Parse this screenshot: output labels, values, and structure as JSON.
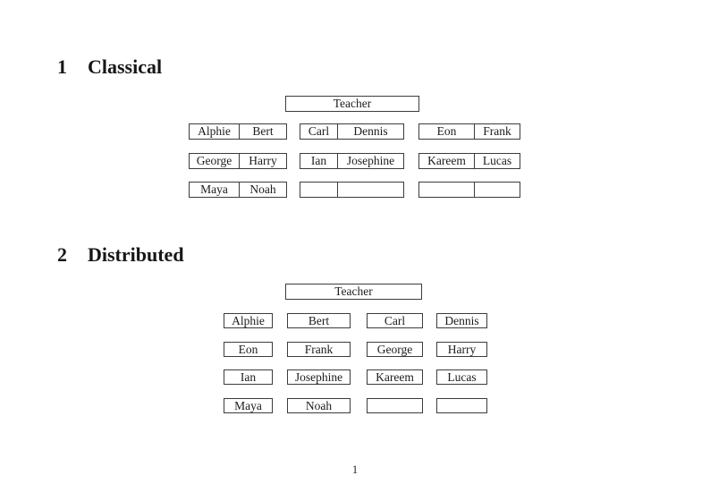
{
  "page_number": "1",
  "sections": {
    "classical": {
      "number": "1",
      "title": "Classical"
    },
    "distributed": {
      "number": "2",
      "title": "Distributed"
    }
  },
  "classical": {
    "teacher": "Teacher",
    "rows": [
      [
        [
          "Alphie",
          "Bert"
        ],
        [
          "Carl",
          "Dennis"
        ],
        [
          "Eon",
          "Frank"
        ]
      ],
      [
        [
          "George",
          "Harry"
        ],
        [
          "Ian",
          "Josephine"
        ],
        [
          "Kareem",
          "Lucas"
        ]
      ],
      [
        [
          "Maya",
          "Noah"
        ],
        [
          "",
          ""
        ],
        [
          "",
          ""
        ]
      ]
    ]
  },
  "distributed": {
    "teacher": "Teacher",
    "rows": [
      [
        "Alphie",
        "Bert",
        "Carl",
        "Dennis"
      ],
      [
        "Eon",
        "Frank",
        "George",
        "Harry"
      ],
      [
        "Ian",
        "Josephine",
        "Kareem",
        "Lucas"
      ],
      [
        "Maya",
        "Noah",
        "",
        ""
      ]
    ]
  }
}
